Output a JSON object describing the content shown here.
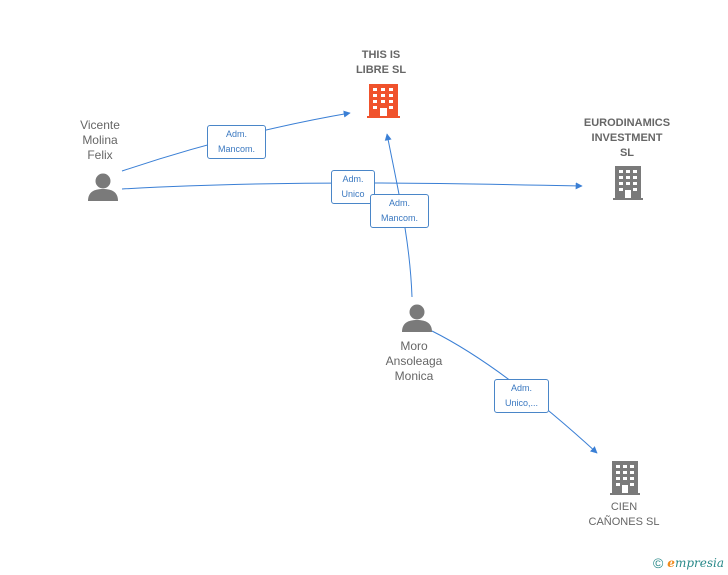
{
  "nodes": {
    "this_is_libre": {
      "line1": "THIS IS",
      "line2": "LIBRE  SL"
    },
    "eurodinamics": {
      "line1": "EURODINAMICS",
      "line2": "INVESTMENT",
      "line3": "SL"
    },
    "cien_canones": {
      "line1": "CIEN",
      "line2": "CAÑONES  SL"
    },
    "vicente": {
      "line1": "Vicente",
      "line2": "Molina",
      "line3": "Felix"
    },
    "moro": {
      "line1": "Moro",
      "line2": "Ansoleaga",
      "line3": "Monica"
    }
  },
  "edges": {
    "vicente_libre": {
      "line1": "Adm.",
      "line2": "Mancom."
    },
    "vicente_euro": {
      "line1": "Adm.",
      "line2": "Unico"
    },
    "moro_libre": {
      "line1": "Adm.",
      "line2": "Mancom."
    },
    "moro_cien": {
      "line1": "Adm.",
      "line2": "Unico,..."
    }
  },
  "colors": {
    "edge": "#3a7fd5",
    "main_company": "#f0522c",
    "company": "#7a7a7a",
    "person": "#7a7a7a"
  },
  "icons": {
    "company": "building-icon",
    "person": "person-icon"
  },
  "brand": {
    "copyright": "©",
    "name_first": "e",
    "name_rest": "mpresia"
  }
}
